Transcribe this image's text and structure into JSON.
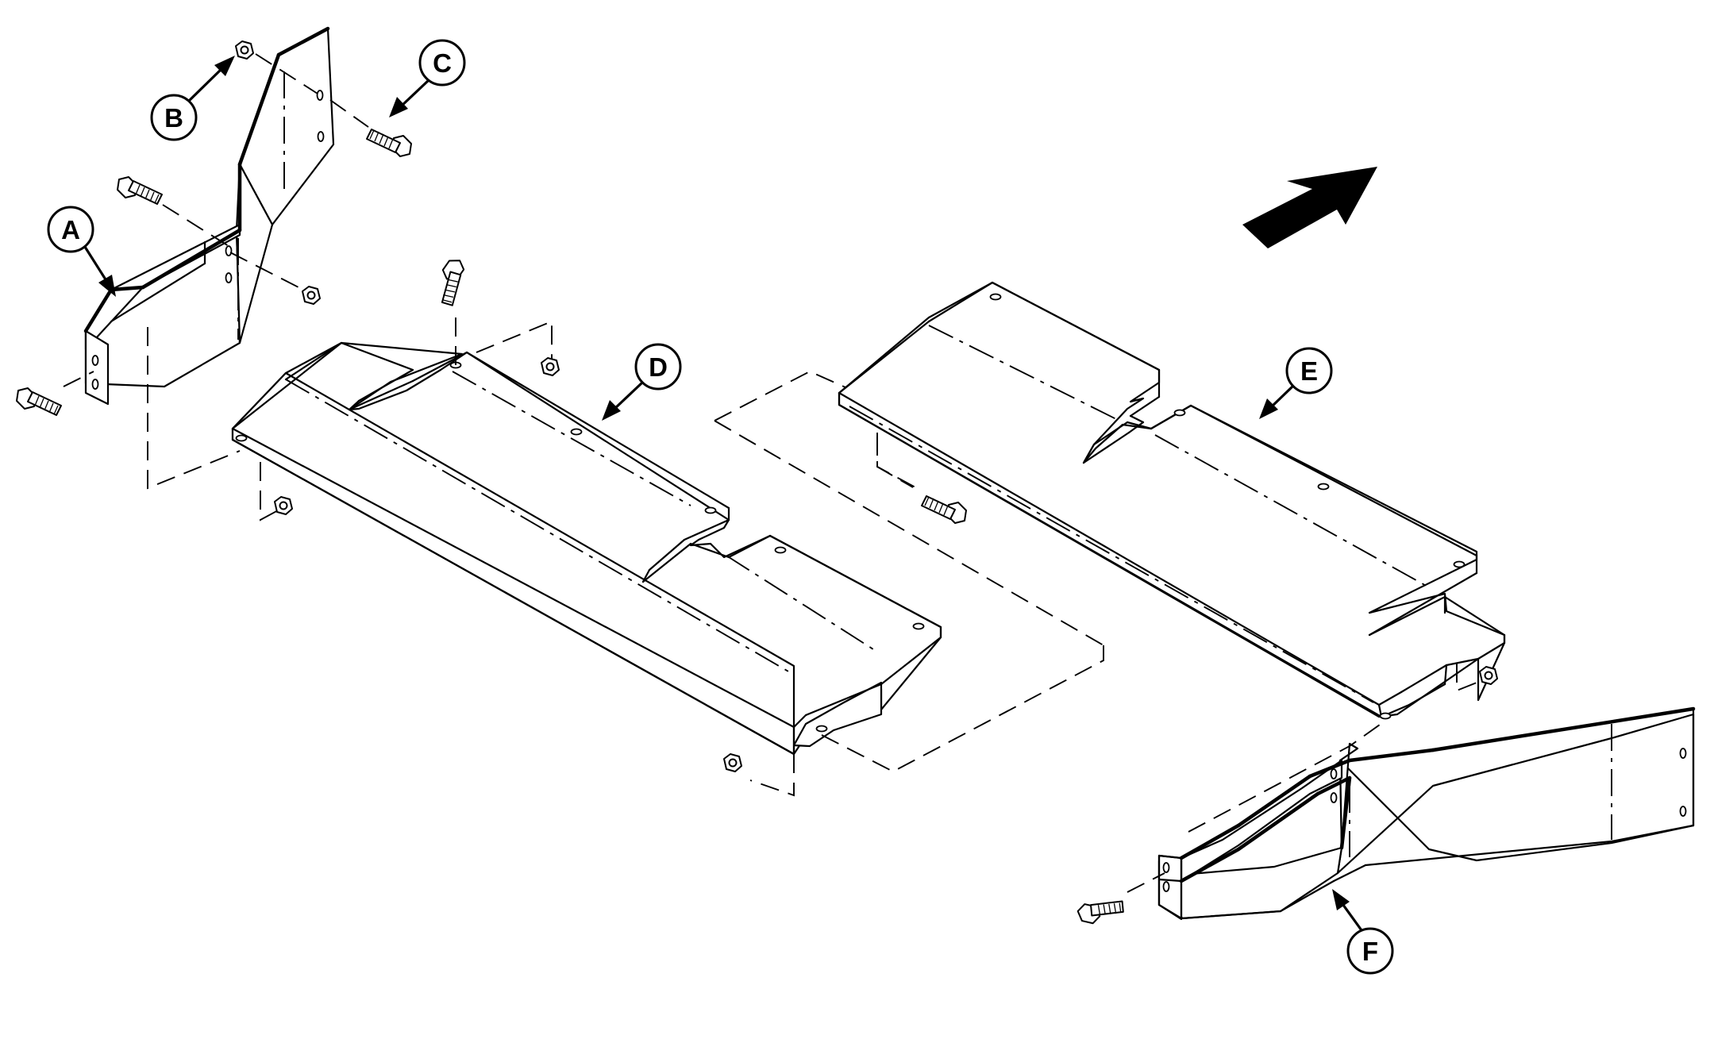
{
  "callouts": {
    "a": "A",
    "b": "B",
    "c": "C",
    "d": "D",
    "e": "E",
    "f": "F"
  },
  "colors": {
    "line": "#000000",
    "background": "#ffffff"
  },
  "icons": {
    "direction": "forward-direction-arrow-icon",
    "bolt": "hex-bolt-icon",
    "nut": "hex-nut-icon"
  }
}
